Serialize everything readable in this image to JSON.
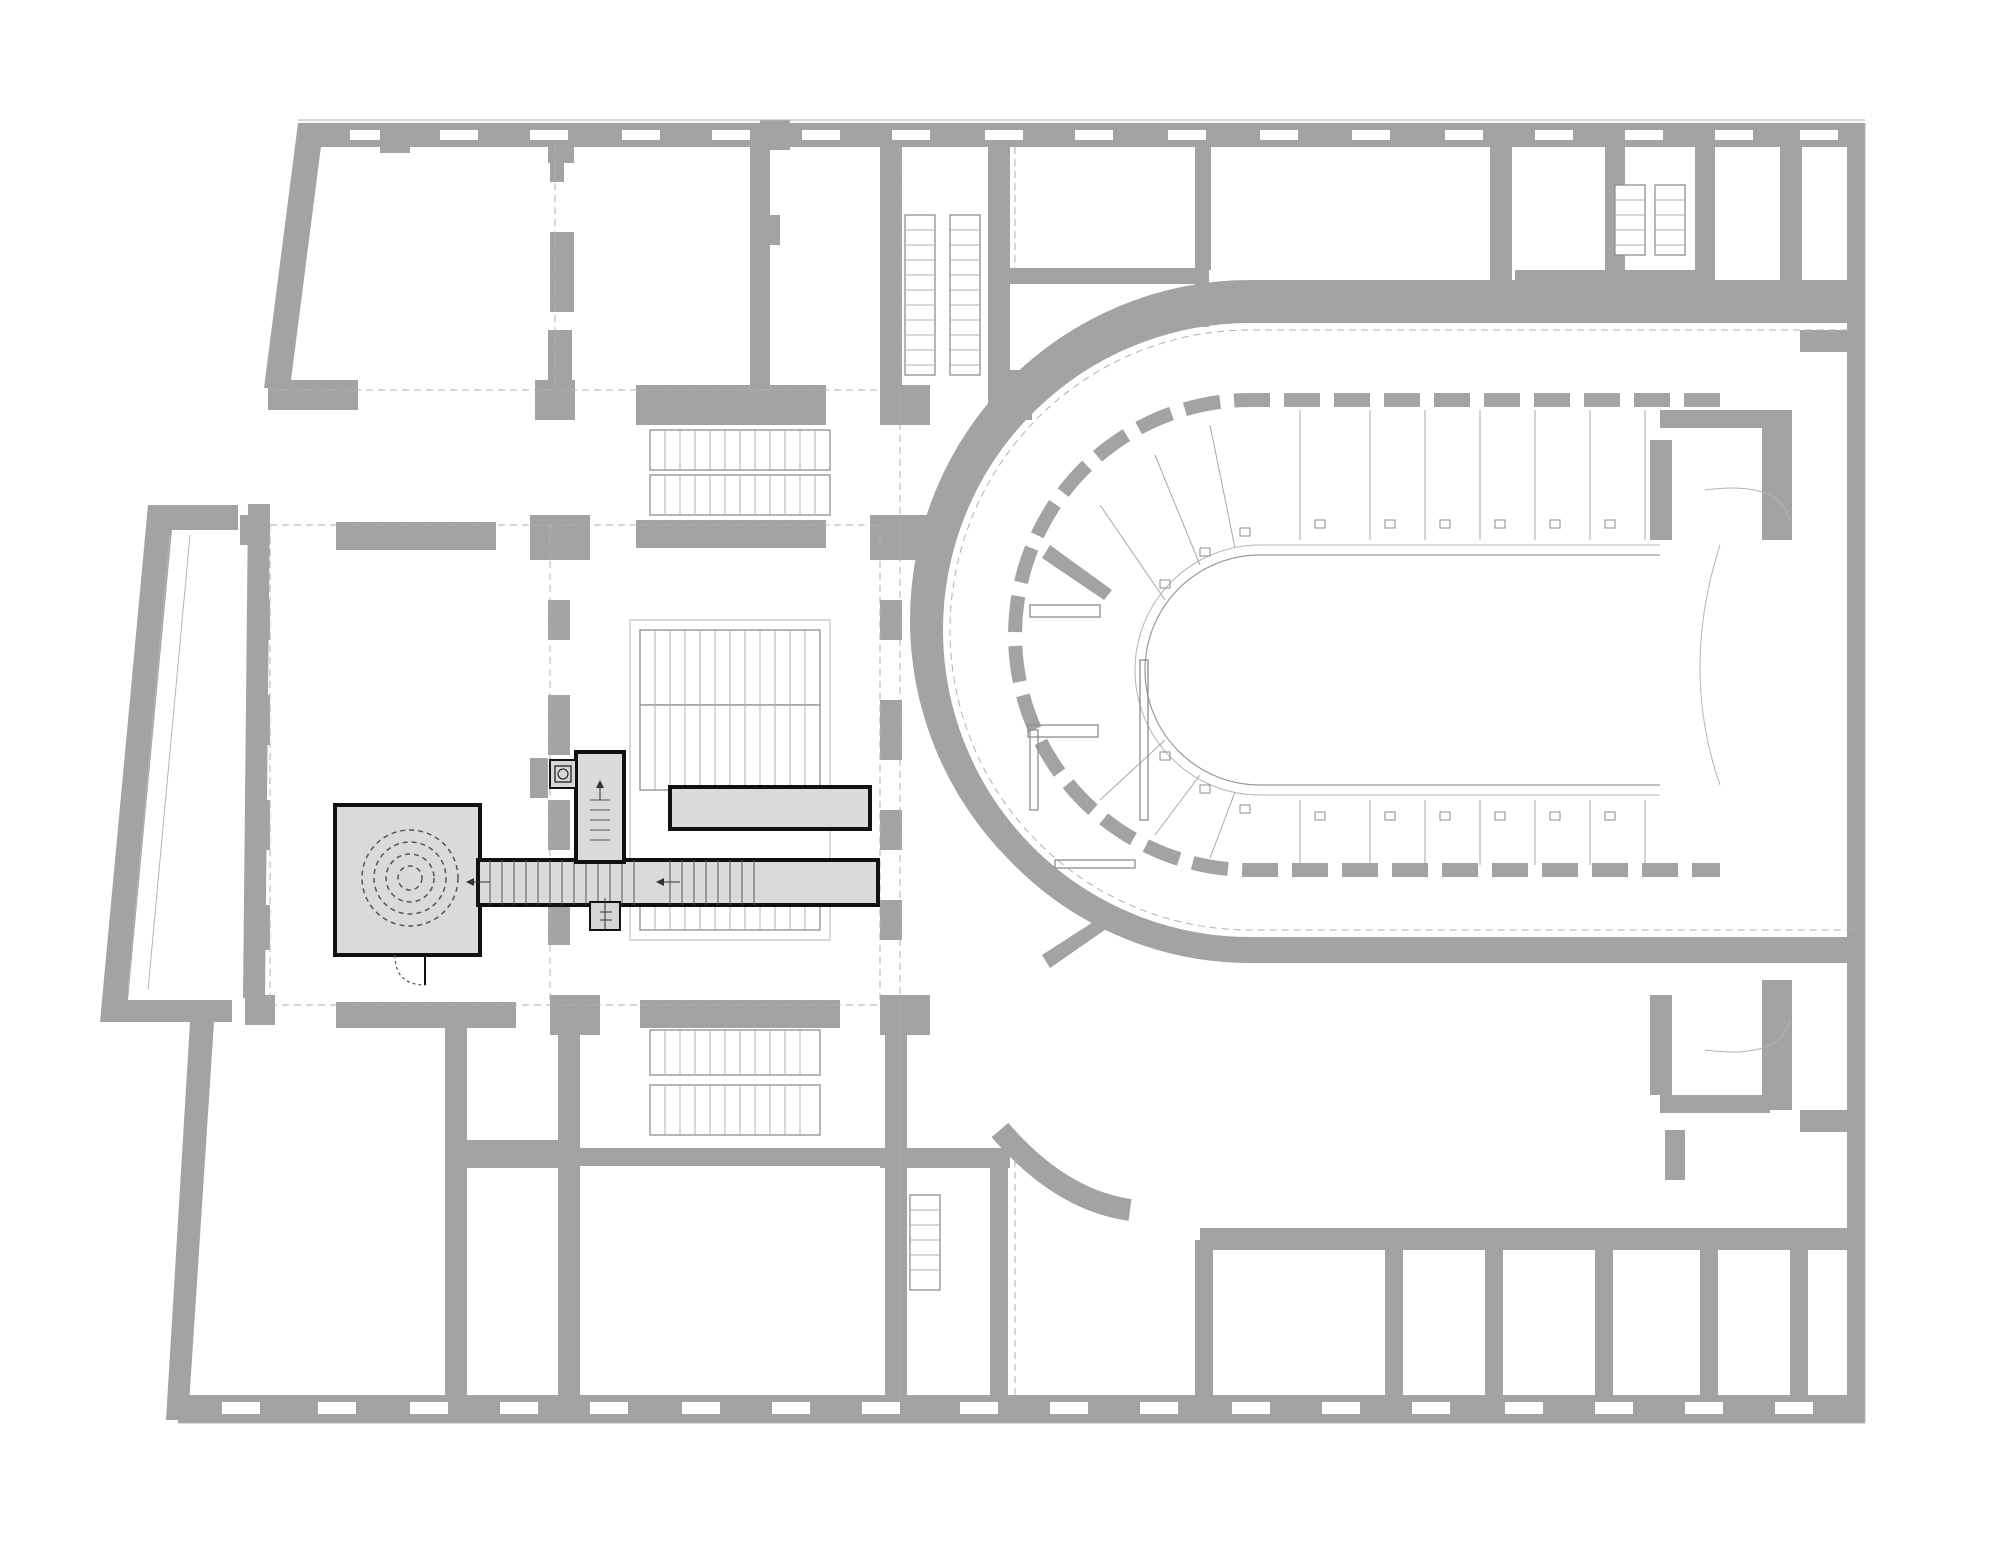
{
  "drawing": {
    "type": "architectural-floor-plan",
    "view": "plan",
    "colors": {
      "background": "#ffffff",
      "existing_walls": "#a3a3a3",
      "new_structure_fill": "#dadada",
      "new_structure_outline": "#111111",
      "thin_lines": "#9a9a9a"
    },
    "spaces": [
      {
        "kind": "auditorium",
        "shape": "horseshoe",
        "box_tiers": 2
      },
      {
        "kind": "main-staircase",
        "flights": 3
      },
      {
        "kind": "circular-stair-room",
        "rings": 4
      },
      {
        "kind": "corridor-with-ramp"
      },
      {
        "kind": "elevator"
      },
      {
        "kind": "secondary-staircases",
        "count": 5
      }
    ],
    "text_labels": []
  }
}
